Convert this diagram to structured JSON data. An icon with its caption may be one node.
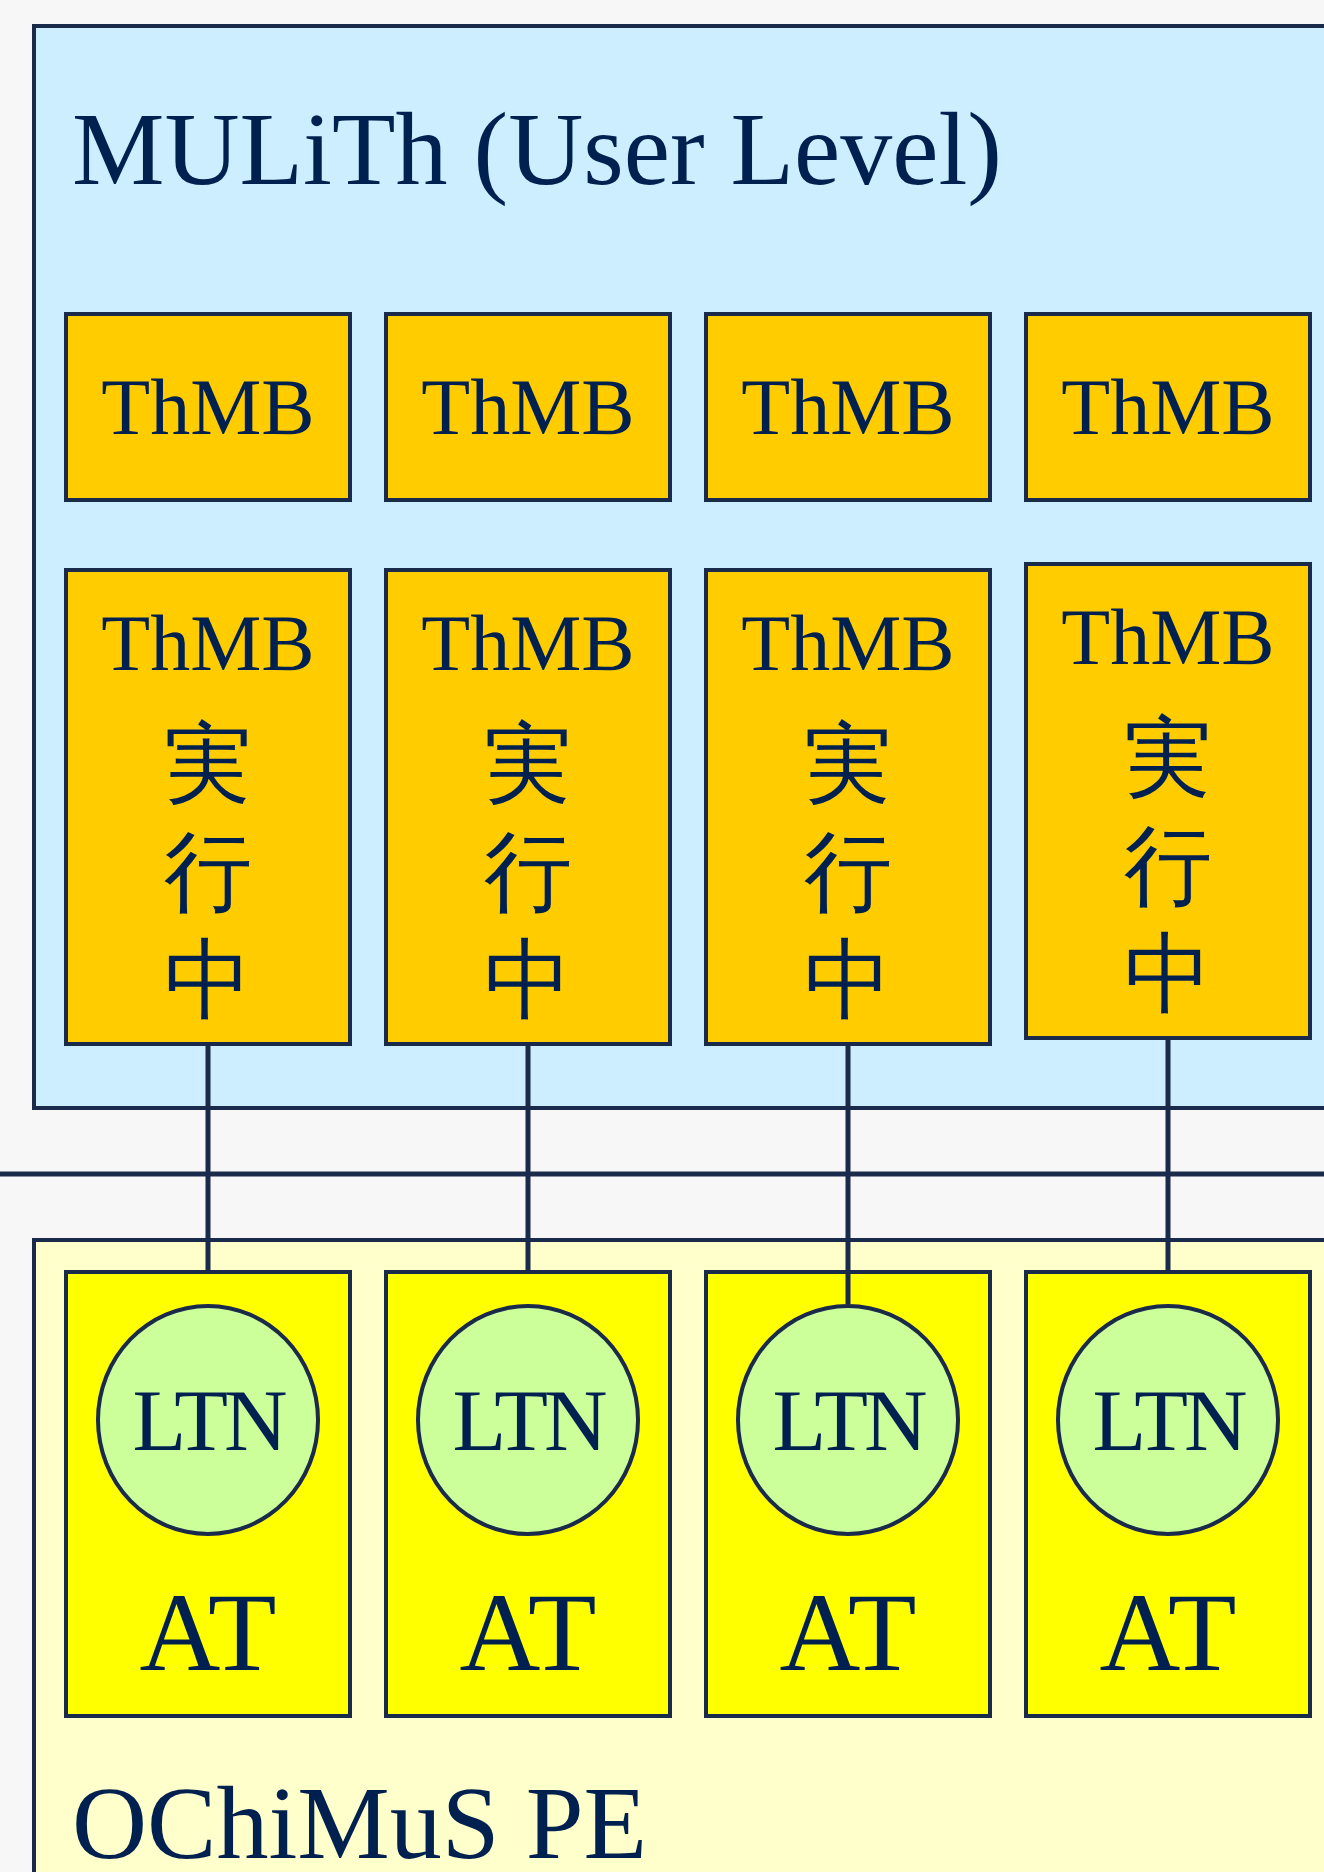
{
  "diagram": {
    "nodes": [
      {
        "text": [
          "MULiTh (User Level)"
        ]
      },
      {
        "text": [
          "ThMB"
        ],
        "in": 0
      },
      {
        "text": [
          "ThMB"
        ],
        "in": 0
      },
      {
        "text": [
          "ThMB"
        ],
        "in": 0
      },
      {
        "text": [
          "ThMB"
        ],
        "in": 0
      },
      {
        "text": [
          "ThMB",
          "実行中"
        ],
        "in": 0
      },
      {
        "text": [
          "ThMB",
          "実行中"
        ],
        "in": 0
      },
      {
        "text": [
          "ThMB",
          "実行中"
        ],
        "in": 0
      },
      {
        "text": [
          "ThMB",
          "実行中"
        ],
        "in": 0
      },
      {
        "text": [
          "OChiMuS PE"
        ]
      },
      {
        "text": [
          "AT"
        ],
        "in": 9
      },
      {
        "text": [
          "LTN"
        ],
        "in": 10
      },
      {
        "text": [
          "AT"
        ],
        "in": 9
      },
      {
        "text": [
          "LTN"
        ],
        "in": 12
      },
      {
        "text": [
          "AT"
        ],
        "in": 9
      },
      {
        "text": [
          "LTN"
        ],
        "in": 14
      },
      {
        "text": [
          "AT"
        ],
        "in": 9
      },
      {
        "text": [
          "LTN"
        ],
        "in": 16
      }
    ],
    "edges": [
      {
        "from": 5,
        "to": 10,
        "arrow": "none"
      },
      {
        "from": 6,
        "to": 12,
        "arrow": "none"
      },
      {
        "from": 7,
        "to": 15,
        "arrow": "none"
      },
      {
        "from": 8,
        "to": 16,
        "arrow": "none"
      }
    ]
  }
}
